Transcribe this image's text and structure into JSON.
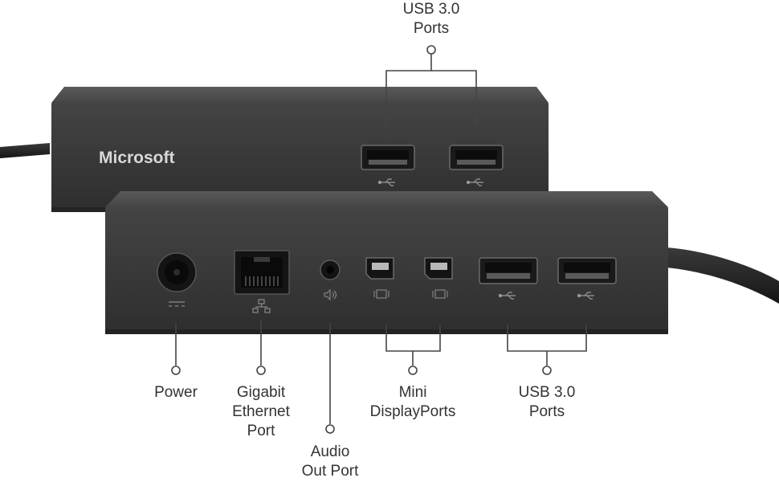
{
  "brand": "Microsoft",
  "labels": {
    "top_usb": [
      "USB 3.0",
      "Ports"
    ],
    "power": [
      "Power"
    ],
    "ethernet": [
      "Gigabit",
      "Ethernet",
      "Port"
    ],
    "audio": [
      "Audio",
      "Out Port"
    ],
    "minidp": [
      "Mini",
      "DisplayPorts"
    ],
    "bottom_usb": [
      "USB 3.0",
      "Ports"
    ]
  },
  "colors": {
    "body": "#3a3a3a",
    "body_top": "#4a4a4a",
    "port_dark": "#111111",
    "callout": "#444444",
    "label_text": "#333333"
  },
  "icons": [
    "usb-icon",
    "ethernet-icon",
    "audio-out-icon",
    "mini-displayport-icon",
    "dc-power-icon"
  ]
}
